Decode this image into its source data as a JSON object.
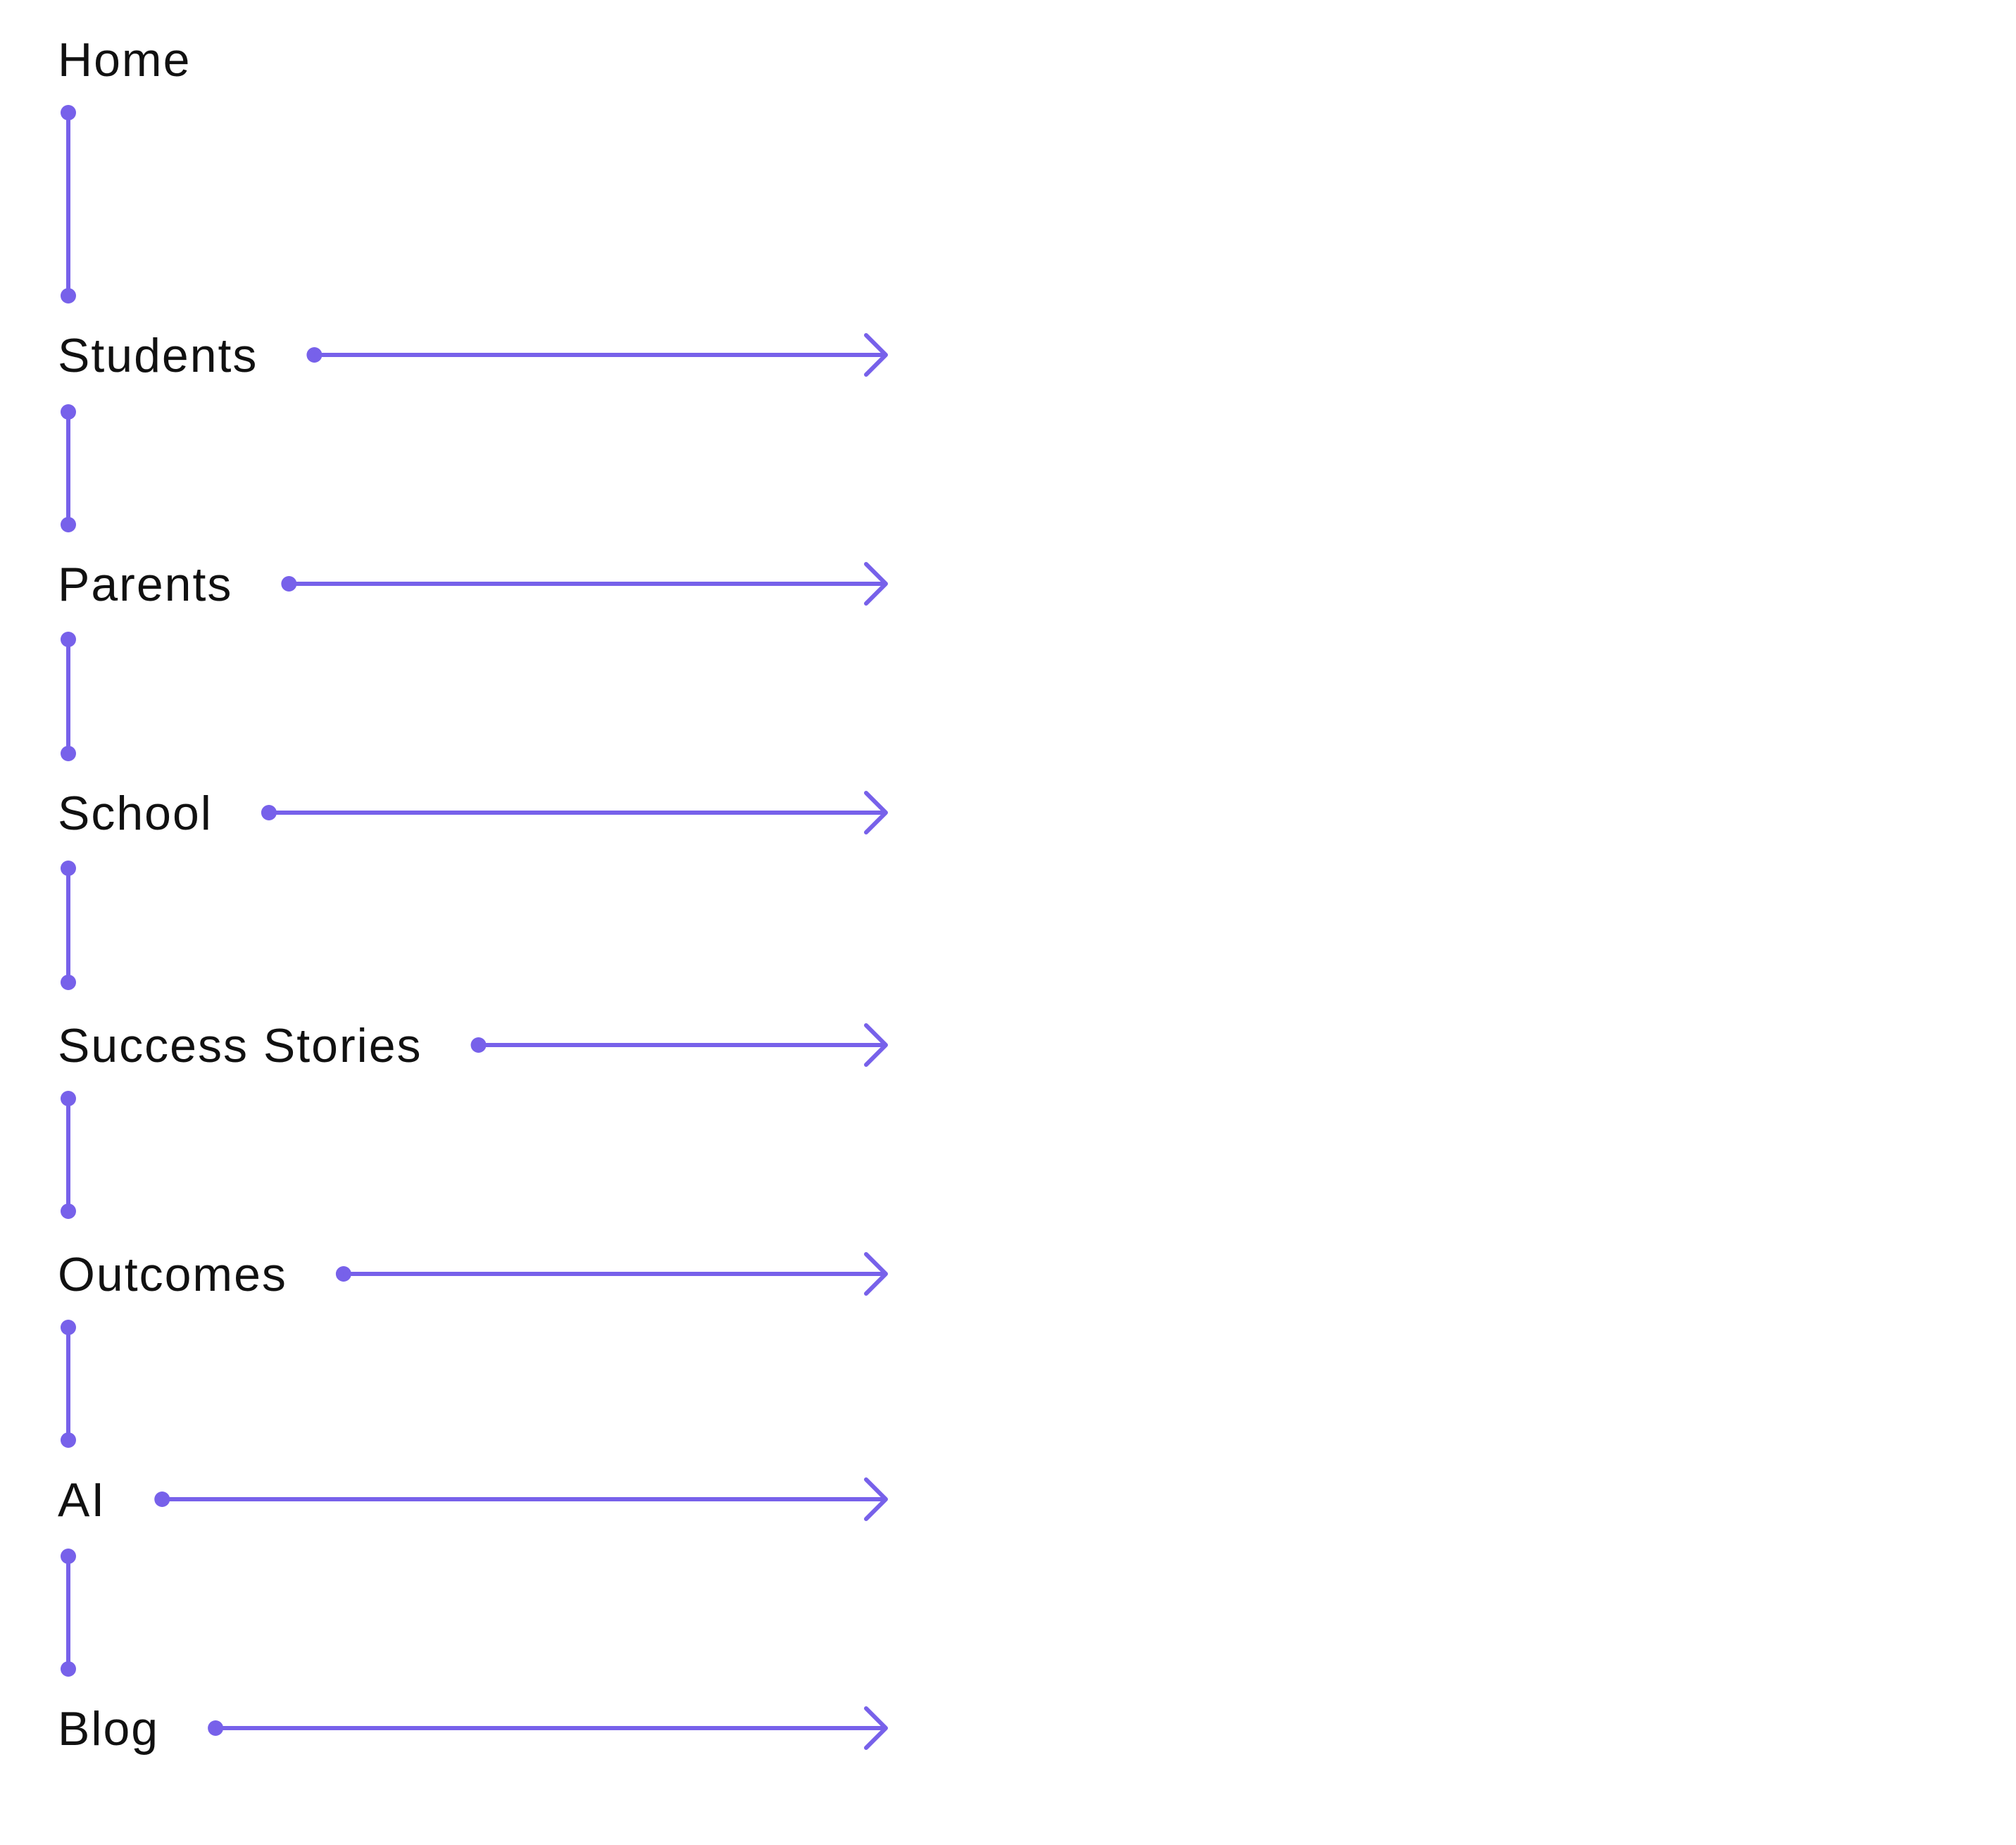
{
  "colors": {
    "accent": "#7761EA",
    "text": "#111111",
    "background": "#FFFFFF"
  },
  "nodes": [
    {
      "id": "home",
      "label": "Home",
      "has_arrow": false
    },
    {
      "id": "students",
      "label": "Students",
      "has_arrow": true
    },
    {
      "id": "parents",
      "label": "Parents",
      "has_arrow": true
    },
    {
      "id": "school",
      "label": "School",
      "has_arrow": true
    },
    {
      "id": "success-stories",
      "label": "Success Stories",
      "has_arrow": true
    },
    {
      "id": "outcomes",
      "label": "Outcomes",
      "has_arrow": true
    },
    {
      "id": "ai",
      "label": "AI",
      "has_arrow": true
    },
    {
      "id": "blog",
      "label": "Blog",
      "has_arrow": true
    }
  ],
  "connector_icon": "dot-ended-line",
  "arrow_icon": "arrow-right-icon"
}
